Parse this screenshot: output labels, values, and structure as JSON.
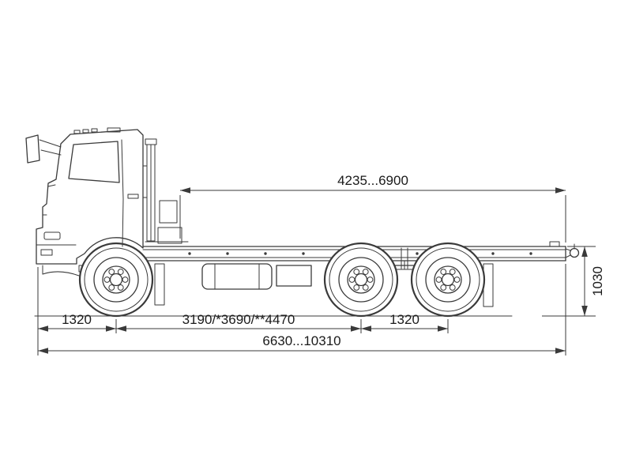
{
  "diagram": {
    "labels": {
      "top_span": "4235...6900",
      "frame_height": "1030",
      "front_overhang": "1320",
      "wheelbase": "3190/*3690/**4470",
      "rear_axle_spacing": "1320",
      "overall_length": "6630...10310"
    },
    "colors": {
      "line": "#3a3a3a",
      "text": "#1a1a1a",
      "background": "#ffffff"
    }
  }
}
